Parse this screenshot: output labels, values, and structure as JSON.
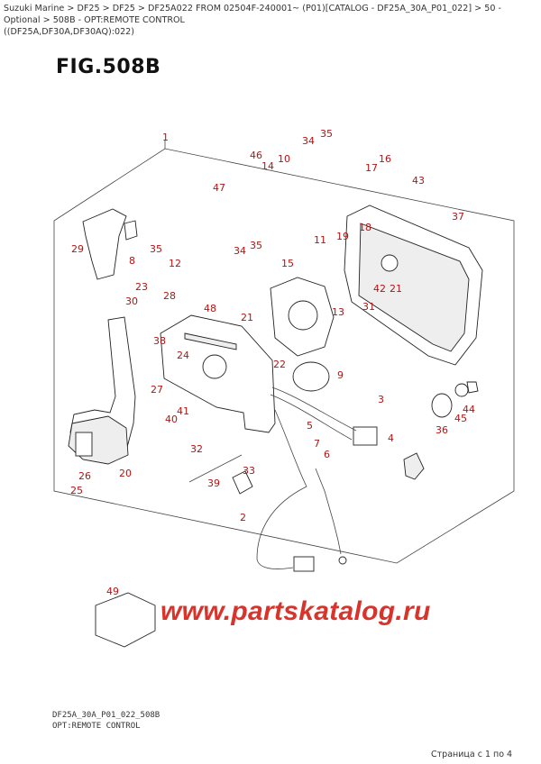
{
  "breadcrumb": {
    "line1": "Suzuki Marine > DF25 > DF25 > DF25A022 FROM 02504F-240001~ (P01)[CATALOG - DF25A_30A_P01_022] > 50 - Optional > 508B - OPT:REMOTE CONTROL",
    "line2": "((DF25A,DF30A,DF30AQ):022)"
  },
  "figure_title": "FIG.508B",
  "callouts": [
    "1",
    "46",
    "14",
    "10",
    "34",
    "35",
    "16",
    "17",
    "43",
    "47",
    "37",
    "29",
    "8",
    "35",
    "12",
    "34",
    "35",
    "11",
    "19",
    "18",
    "15",
    "42",
    "21",
    "23",
    "30",
    "28",
    "31",
    "13",
    "48",
    "21",
    "38",
    "24",
    "22",
    "9",
    "27",
    "40",
    "41",
    "3",
    "44",
    "45",
    "36",
    "5",
    "7",
    "6",
    "4",
    "32",
    "33",
    "39",
    "26",
    "25",
    "20",
    "2",
    "49"
  ],
  "watermark": "www.partskatalog.ru",
  "footer": {
    "code": "DF25A_30A_P01_022_508B",
    "subtitle": "OPT:REMOTE CONTROL"
  },
  "pager": "Страница с 1 по 4",
  "colors": {
    "callout": "#b01515",
    "watermark": "#d9342b"
  }
}
